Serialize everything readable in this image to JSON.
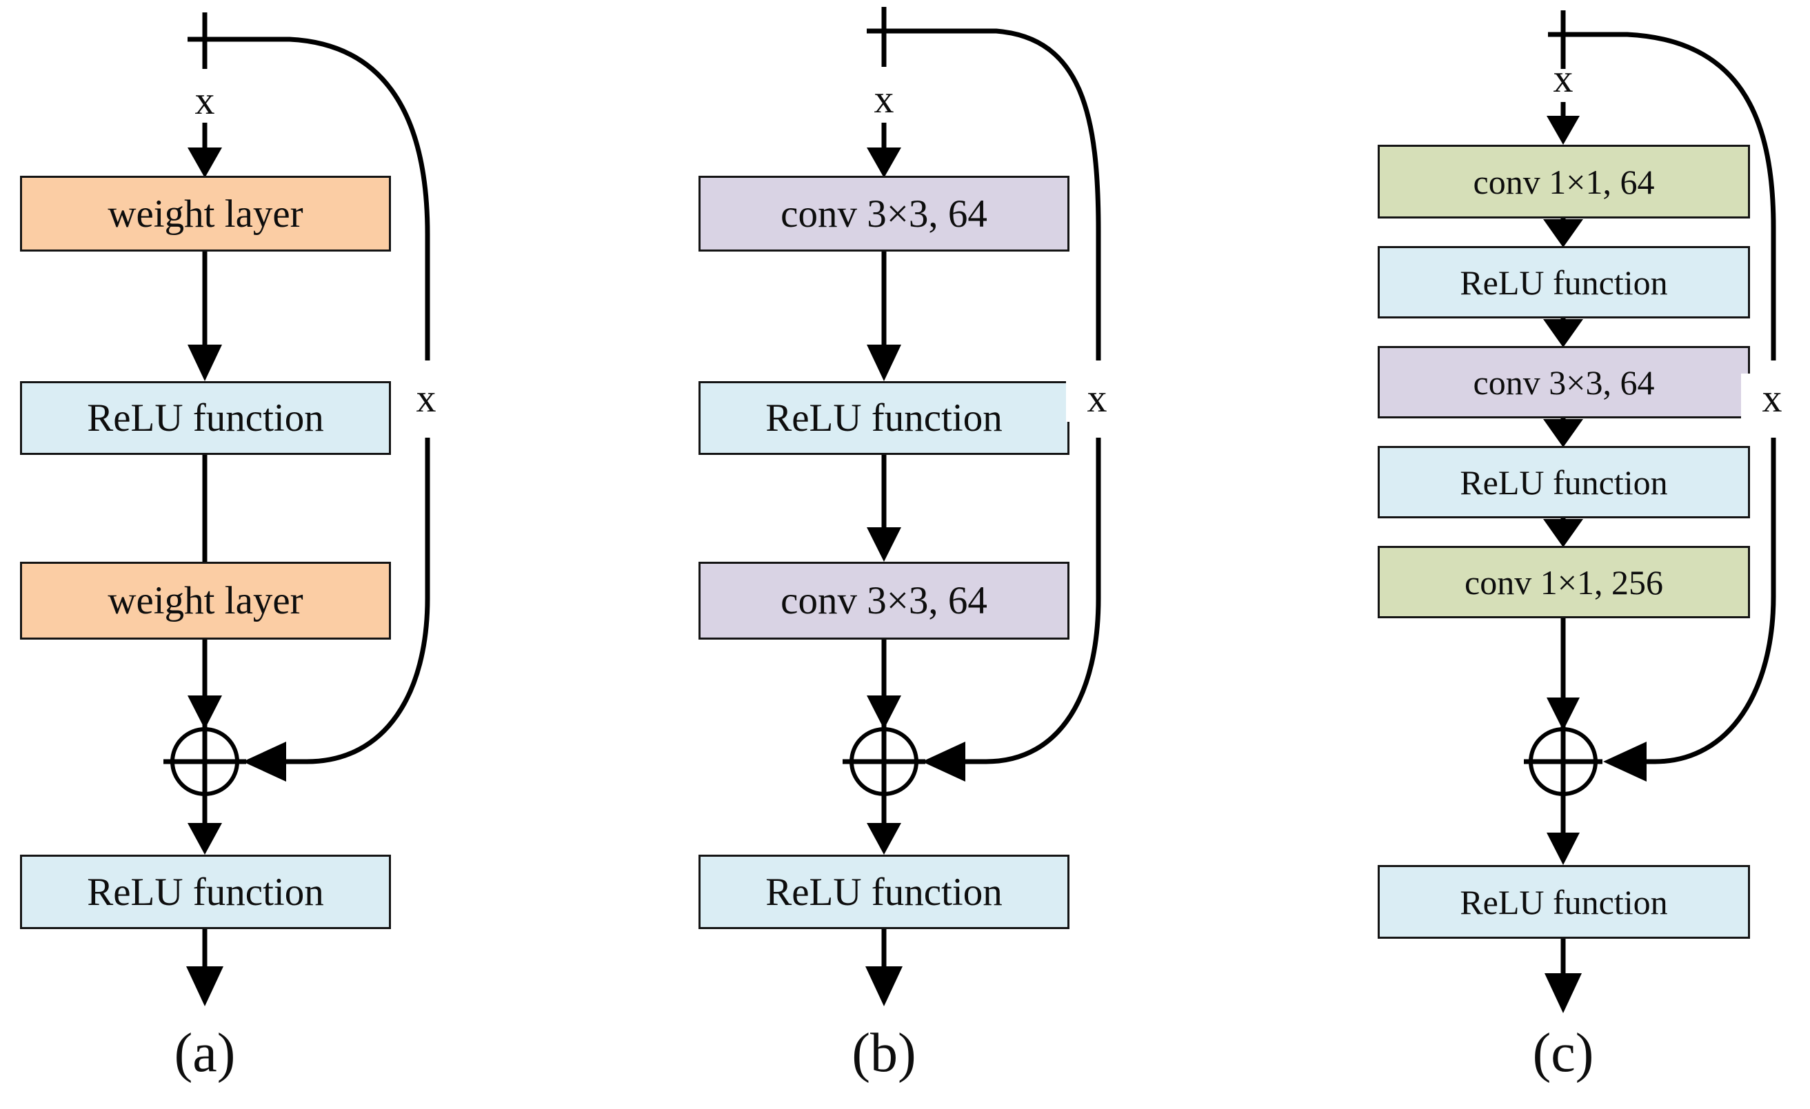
{
  "colors": {
    "background": "#FFFFFF",
    "weight": "#FBCDA4",
    "relu": "#DAEDF4",
    "conv3": "#D9D3E4",
    "conv1": "#D6DFB8",
    "line": "#000000"
  },
  "diagrams": [
    {
      "caption": "(a)",
      "input_label": "x",
      "skip_label": "x",
      "boxes": [
        {
          "label": "weight layer",
          "kind": "weight"
        },
        {
          "label": "ReLU function",
          "kind": "relu"
        },
        {
          "label": "weight layer",
          "kind": "weight"
        },
        {
          "label": "ReLU function",
          "kind": "relu"
        }
      ]
    },
    {
      "caption": "(b)",
      "input_label": "x",
      "skip_label": "x",
      "boxes": [
        {
          "label": "conv 3×3, 64",
          "kind": "conv3"
        },
        {
          "label": "ReLU function",
          "kind": "relu"
        },
        {
          "label": "conv 3×3, 64",
          "kind": "conv3"
        },
        {
          "label": "ReLU function",
          "kind": "relu"
        }
      ]
    },
    {
      "caption": "(c)",
      "input_label": "x",
      "skip_label": "x",
      "boxes": [
        {
          "label": "conv 1×1, 64",
          "kind": "conv1"
        },
        {
          "label": "ReLU function",
          "kind": "relu"
        },
        {
          "label": "conv 3×3, 64",
          "kind": "conv3"
        },
        {
          "label": "ReLU function",
          "kind": "relu"
        },
        {
          "label": "conv 1×1, 256",
          "kind": "conv1"
        },
        {
          "label": "ReLU function",
          "kind": "relu"
        }
      ]
    }
  ]
}
